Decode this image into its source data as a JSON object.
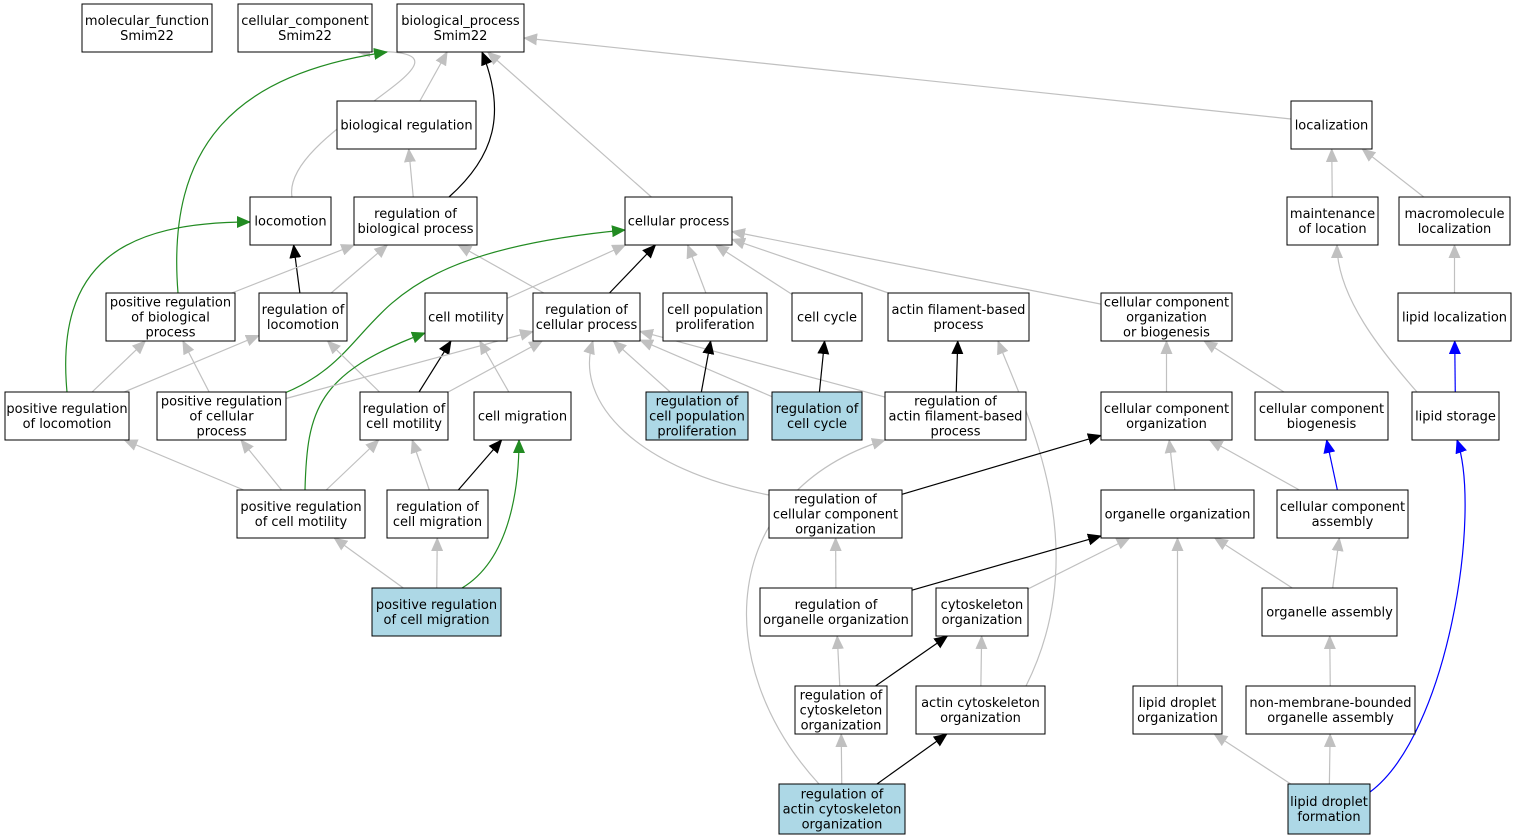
{
  "colors": {
    "default_fill": "#ffffff",
    "highlight_fill": "#add8e6",
    "edge_is_a": "#c0c0c0",
    "edge_regulates": "#000000",
    "edge_positively_regulates": "#228b22",
    "edge_part_of": "#0000ff"
  },
  "nodes": [
    {
      "id": "mf",
      "lines": [
        "molecular_function",
        "Smim22"
      ],
      "highlight": false
    },
    {
      "id": "cc_root",
      "lines": [
        "cellular_component",
        "Smim22"
      ],
      "highlight": false
    },
    {
      "id": "bp",
      "lines": [
        "biological_process",
        "Smim22"
      ],
      "highlight": false
    },
    {
      "id": "bioreg",
      "lines": [
        "biological regulation"
      ],
      "highlight": false
    },
    {
      "id": "localization",
      "lines": [
        "localization"
      ],
      "highlight": false
    },
    {
      "id": "locomotion",
      "lines": [
        "locomotion"
      ],
      "highlight": false
    },
    {
      "id": "regbio",
      "lines": [
        "regulation of",
        "biological process"
      ],
      "highlight": false
    },
    {
      "id": "cellproc",
      "lines": [
        "cellular process"
      ],
      "highlight": false
    },
    {
      "id": "maintloc",
      "lines": [
        "maintenance",
        "of location"
      ],
      "highlight": false
    },
    {
      "id": "macroloc",
      "lines": [
        "macromolecule",
        "localization"
      ],
      "highlight": false
    },
    {
      "id": "posregbio",
      "lines": [
        "positive regulation",
        "of biological",
        "process"
      ],
      "highlight": false
    },
    {
      "id": "reglocomotion",
      "lines": [
        "regulation of",
        "locomotion"
      ],
      "highlight": false
    },
    {
      "id": "cellmotility",
      "lines": [
        "cell motility"
      ],
      "highlight": false
    },
    {
      "id": "regcellproc",
      "lines": [
        "regulation of",
        "cellular process"
      ],
      "highlight": false
    },
    {
      "id": "cellpopprolif",
      "lines": [
        "cell population",
        "proliferation"
      ],
      "highlight": false
    },
    {
      "id": "cellcycle",
      "lines": [
        "cell cycle"
      ],
      "highlight": false
    },
    {
      "id": "actinfil",
      "lines": [
        "actin filament-based",
        "process"
      ],
      "highlight": false
    },
    {
      "id": "ccob",
      "lines": [
        "cellular component",
        "organization",
        "or biogenesis"
      ],
      "highlight": false
    },
    {
      "id": "lipidloc",
      "lines": [
        "lipid localization"
      ],
      "highlight": false
    },
    {
      "id": "posreglocomotion",
      "lines": [
        "positive regulation",
        "of locomotion"
      ],
      "highlight": false
    },
    {
      "id": "posregcellproc",
      "lines": [
        "positive regulation",
        "of cellular",
        "process"
      ],
      "highlight": false
    },
    {
      "id": "regcellmotility",
      "lines": [
        "regulation of",
        "cell motility"
      ],
      "highlight": false
    },
    {
      "id": "cellmigration",
      "lines": [
        "cell migration"
      ],
      "highlight": false
    },
    {
      "id": "regcellpopprolif",
      "lines": [
        "regulation of",
        "cell population",
        "proliferation"
      ],
      "highlight": true
    },
    {
      "id": "regcellcycle",
      "lines": [
        "regulation of",
        "cell cycle"
      ],
      "highlight": true
    },
    {
      "id": "regactinfil",
      "lines": [
        "regulation of",
        "actin filament-based",
        "process"
      ],
      "highlight": false
    },
    {
      "id": "ccorg",
      "lines": [
        "cellular component",
        "organization"
      ],
      "highlight": false
    },
    {
      "id": "ccbiogen",
      "lines": [
        "cellular component",
        "biogenesis"
      ],
      "highlight": false
    },
    {
      "id": "lipidstorage",
      "lines": [
        "lipid storage"
      ],
      "highlight": false
    },
    {
      "id": "posregcellmotility",
      "lines": [
        "positive regulation",
        "of cell motility"
      ],
      "highlight": false
    },
    {
      "id": "regcellmigration",
      "lines": [
        "regulation of",
        "cell migration"
      ],
      "highlight": false
    },
    {
      "id": "regccorg",
      "lines": [
        "regulation of",
        "cellular component",
        "organization"
      ],
      "highlight": false
    },
    {
      "id": "organelleorg",
      "lines": [
        "organelle organization"
      ],
      "highlight": false
    },
    {
      "id": "ccassembly",
      "lines": [
        "cellular component",
        "assembly"
      ],
      "highlight": false
    },
    {
      "id": "posregcellmigration",
      "lines": [
        "positive regulation",
        "of cell migration"
      ],
      "highlight": true
    },
    {
      "id": "regorganelleorg",
      "lines": [
        "regulation of",
        "organelle organization"
      ],
      "highlight": false
    },
    {
      "id": "cytoskelorg",
      "lines": [
        "cytoskeleton",
        "organization"
      ],
      "highlight": false
    },
    {
      "id": "organelleassembly",
      "lines": [
        "organelle assembly"
      ],
      "highlight": false
    },
    {
      "id": "regcytoskelorg",
      "lines": [
        "regulation of",
        "cytoskeleton",
        "organization"
      ],
      "highlight": false
    },
    {
      "id": "actincytoskelorg",
      "lines": [
        "actin cytoskeleton",
        "organization"
      ],
      "highlight": false
    },
    {
      "id": "lipiddropletorg",
      "lines": [
        "lipid droplet",
        "organization"
      ],
      "highlight": false
    },
    {
      "id": "nonmembrane",
      "lines": [
        "non-membrane-bounded",
        "organelle assembly"
      ],
      "highlight": false
    },
    {
      "id": "regactincytoskelorg",
      "lines": [
        "regulation of",
        "actin cytoskeleton",
        "organization"
      ],
      "highlight": true
    },
    {
      "id": "lipiddropletformation",
      "lines": [
        "lipid droplet",
        "formation"
      ],
      "highlight": true
    }
  ],
  "edges": [
    {
      "from": "localization",
      "to": "bp",
      "type": "is_a"
    },
    {
      "from": "bioreg",
      "to": "bp",
      "type": "is_a"
    },
    {
      "from": "locomotion",
      "to": "bp",
      "type": "is_a"
    },
    {
      "from": "regbio",
      "to": "bp",
      "type": "regulates"
    },
    {
      "from": "cellproc",
      "to": "bp",
      "type": "is_a"
    },
    {
      "from": "posregbio",
      "to": "bp",
      "type": "positively_regulates"
    },
    {
      "from": "regbio",
      "to": "bioreg",
      "type": "is_a"
    },
    {
      "from": "maintloc",
      "to": "localization",
      "type": "is_a"
    },
    {
      "from": "macroloc",
      "to": "localization",
      "type": "is_a"
    },
    {
      "from": "reglocomotion",
      "to": "locomotion",
      "type": "regulates"
    },
    {
      "from": "posreglocomotion",
      "to": "locomotion",
      "type": "positively_regulates"
    },
    {
      "from": "posregbio",
      "to": "regbio",
      "type": "is_a"
    },
    {
      "from": "reglocomotion",
      "to": "regbio",
      "type": "is_a"
    },
    {
      "from": "regcellproc",
      "to": "regbio",
      "type": "is_a"
    },
    {
      "from": "cellmotility",
      "to": "cellproc",
      "type": "is_a"
    },
    {
      "from": "regcellproc",
      "to": "cellproc",
      "type": "regulates"
    },
    {
      "from": "cellpopprolif",
      "to": "cellproc",
      "type": "is_a"
    },
    {
      "from": "cellcycle",
      "to": "cellproc",
      "type": "is_a"
    },
    {
      "from": "actinfil",
      "to": "cellproc",
      "type": "is_a"
    },
    {
      "from": "ccob",
      "to": "cellproc",
      "type": "is_a"
    },
    {
      "from": "posregcellproc",
      "to": "cellproc",
      "type": "positively_regulates"
    },
    {
      "from": "lipidloc",
      "to": "macroloc",
      "type": "is_a"
    },
    {
      "from": "lipidstorage",
      "to": "maintloc",
      "type": "is_a"
    },
    {
      "from": "posreglocomotion",
      "to": "posregbio",
      "type": "is_a"
    },
    {
      "from": "posregcellproc",
      "to": "posregbio",
      "type": "is_a"
    },
    {
      "from": "posreglocomotion",
      "to": "reglocomotion",
      "type": "is_a"
    },
    {
      "from": "regcellmotility",
      "to": "reglocomotion",
      "type": "is_a"
    },
    {
      "from": "regcellmotility",
      "to": "cellmotility",
      "type": "regulates"
    },
    {
      "from": "cellmigration",
      "to": "cellmotility",
      "type": "is_a"
    },
    {
      "from": "posregcellmotility",
      "to": "cellmotility",
      "type": "positively_regulates"
    },
    {
      "from": "posregcellproc",
      "to": "regcellproc",
      "type": "is_a"
    },
    {
      "from": "regcellmotility",
      "to": "regcellproc",
      "type": "is_a"
    },
    {
      "from": "regcellpopprolif",
      "to": "regcellproc",
      "type": "is_a"
    },
    {
      "from": "regcellcycle",
      "to": "regcellproc",
      "type": "is_a"
    },
    {
      "from": "regactinfil",
      "to": "regcellproc",
      "type": "is_a"
    },
    {
      "from": "regccorg",
      "to": "regcellproc",
      "type": "is_a"
    },
    {
      "from": "regcellpopprolif",
      "to": "cellpopprolif",
      "type": "regulates"
    },
    {
      "from": "regcellcycle",
      "to": "cellcycle",
      "type": "regulates"
    },
    {
      "from": "regactinfil",
      "to": "actinfil",
      "type": "regulates"
    },
    {
      "from": "actincytoskelorg",
      "to": "actinfil",
      "type": "is_a"
    },
    {
      "from": "ccorg",
      "to": "ccob",
      "type": "is_a"
    },
    {
      "from": "ccbiogen",
      "to": "ccob",
      "type": "is_a"
    },
    {
      "from": "lipidstorage",
      "to": "lipidloc",
      "type": "part_of"
    },
    {
      "from": "posregcellmotility",
      "to": "posreglocomotion",
      "type": "is_a"
    },
    {
      "from": "posregcellmotility",
      "to": "posregcellproc",
      "type": "is_a"
    },
    {
      "from": "posregcellmotility",
      "to": "regcellmotility",
      "type": "is_a"
    },
    {
      "from": "regcellmigration",
      "to": "regcellmotility",
      "type": "is_a"
    },
    {
      "from": "regcellmigration",
      "to": "cellmigration",
      "type": "regulates"
    },
    {
      "from": "posregcellmigration",
      "to": "cellmigration",
      "type": "positively_regulates"
    },
    {
      "from": "regactincytoskelorg",
      "to": "regactinfil",
      "type": "is_a"
    },
    {
      "from": "regccorg",
      "to": "ccorg",
      "type": "regulates"
    },
    {
      "from": "organelleorg",
      "to": "ccorg",
      "type": "is_a"
    },
    {
      "from": "ccassembly",
      "to": "ccorg",
      "type": "is_a"
    },
    {
      "from": "ccassembly",
      "to": "ccbiogen",
      "type": "part_of"
    },
    {
      "from": "lipiddropletformation",
      "to": "lipidstorage",
      "type": "part_of"
    },
    {
      "from": "posregcellmigration",
      "to": "posregcellmotility",
      "type": "is_a"
    },
    {
      "from": "posregcellmigration",
      "to": "regcellmigration",
      "type": "is_a"
    },
    {
      "from": "regorganelleorg",
      "to": "regccorg",
      "type": "is_a"
    },
    {
      "from": "regorganelleorg",
      "to": "organelleorg",
      "type": "regulates"
    },
    {
      "from": "cytoskelorg",
      "to": "organelleorg",
      "type": "is_a"
    },
    {
      "from": "lipiddropletorg",
      "to": "organelleorg",
      "type": "is_a"
    },
    {
      "from": "organelleassembly",
      "to": "organelleorg",
      "type": "is_a"
    },
    {
      "from": "organelleassembly",
      "to": "ccassembly",
      "type": "is_a"
    },
    {
      "from": "regcytoskelorg",
      "to": "regorganelleorg",
      "type": "is_a"
    },
    {
      "from": "regcytoskelorg",
      "to": "cytoskelorg",
      "type": "regulates"
    },
    {
      "from": "actincytoskelorg",
      "to": "cytoskelorg",
      "type": "is_a"
    },
    {
      "from": "nonmembrane",
      "to": "organelleassembly",
      "type": "is_a"
    },
    {
      "from": "regactincytoskelorg",
      "to": "regcytoskelorg",
      "type": "is_a"
    },
    {
      "from": "regactincytoskelorg",
      "to": "actincytoskelorg",
      "type": "regulates"
    },
    {
      "from": "lipiddropletformation",
      "to": "lipiddropletorg",
      "type": "is_a"
    },
    {
      "from": "lipiddropletformation",
      "to": "nonmembrane",
      "type": "is_a"
    }
  ]
}
